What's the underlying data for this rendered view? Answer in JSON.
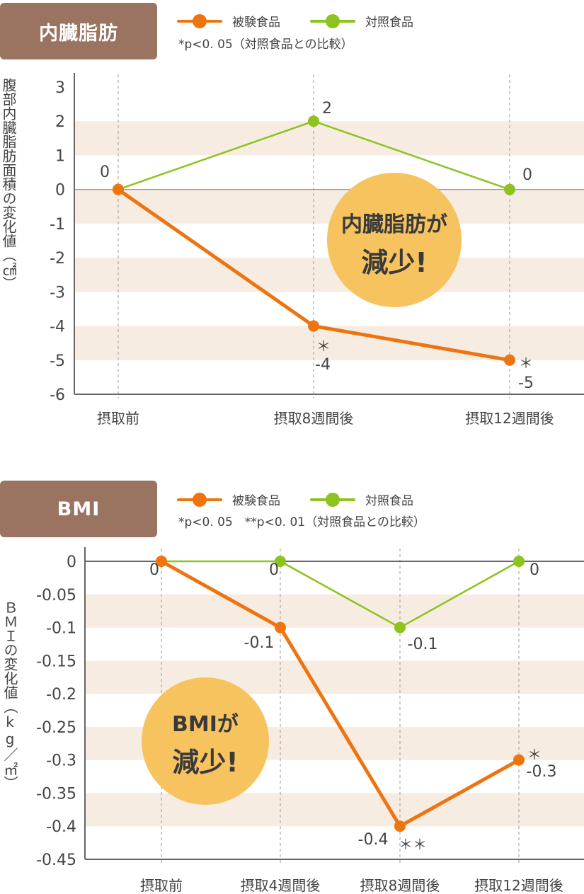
{
  "colors": {
    "test": "#ee7410",
    "control": "#8dc21f",
    "band": "#f6ece2",
    "bubble": "#f6c35f",
    "tag": "#9b7461"
  },
  "legend": {
    "test": "被験食品",
    "control": "対照食品"
  },
  "chart_data": [
    {
      "type": "line",
      "title": "内臓脂肪",
      "note": "*p<0. 05（対照食品との比較）",
      "ylabel": "腹部内臓脂肪面積の変化値（㎠）",
      "categories": [
        "摂取前",
        "摂取8週間後",
        "摂取12週間後"
      ],
      "ylim": [
        -6,
        3
      ],
      "yticks": [
        "3",
        "2",
        "1",
        "0",
        "-1",
        "-2",
        "-3",
        "-4",
        "-5",
        "-6"
      ],
      "series": [
        {
          "name": "被験食品",
          "values": [
            0,
            -4,
            -5
          ],
          "labels": [
            "0",
            "-4",
            "-5"
          ],
          "marks": [
            "",
            "＊",
            "＊"
          ]
        },
        {
          "name": "対照食品",
          "values": [
            0,
            2,
            0
          ],
          "labels": [
            "",
            "2",
            "0"
          ]
        }
      ],
      "callout": [
        "内臓脂肪が",
        "減少!"
      ]
    },
    {
      "type": "line",
      "title": "BMI",
      "note": "*p<0. 05　**p<0. 01（対照食品との比較）",
      "ylabel": "ＢＭＩの変化値（kg／㎡）",
      "categories": [
        "摂取前",
        "摂取4週間後",
        "摂取8週間後",
        "摂取12週間後"
      ],
      "ylim": [
        -0.45,
        0
      ],
      "yticks": [
        "0",
        "-0.05",
        "-0.1",
        "-0.15",
        "-0.2",
        "-0.25",
        "-0.3",
        "-0.35",
        "-0.4",
        "-0.45"
      ],
      "series": [
        {
          "name": "被験食品",
          "values": [
            0,
            -0.1,
            -0.4,
            -0.3
          ],
          "labels": [
            "0",
            "-0.1",
            "-0.4",
            "-0.3"
          ],
          "marks": [
            "",
            "",
            "＊＊",
            "＊"
          ]
        },
        {
          "name": "対照食品",
          "values": [
            0,
            0,
            -0.1,
            0
          ],
          "labels": [
            "",
            "0",
            "-0.1",
            "0"
          ]
        }
      ],
      "callout": [
        "BMIが",
        "減少!"
      ]
    }
  ]
}
